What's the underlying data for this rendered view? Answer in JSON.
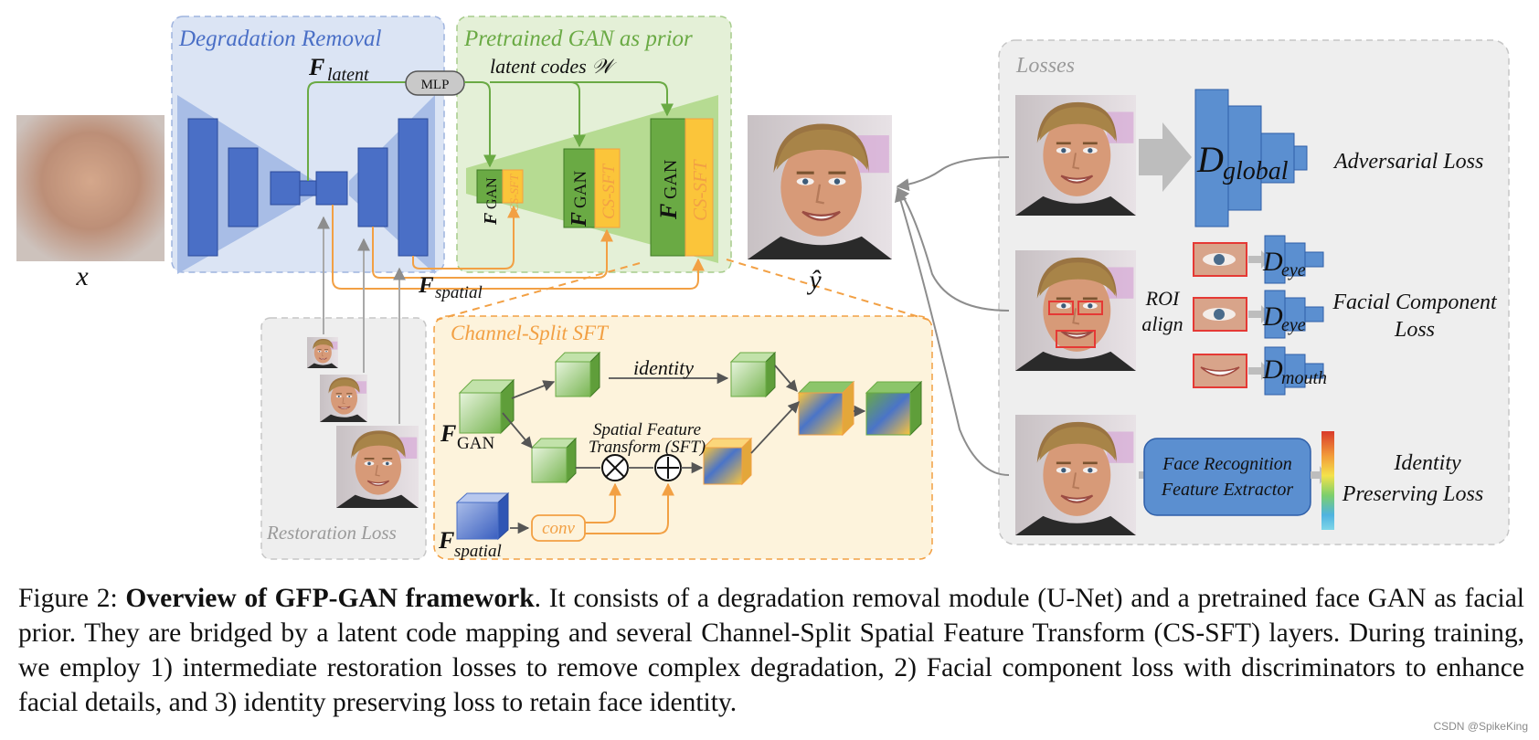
{
  "panels": {
    "degradation_removal": "Degradation Removal",
    "pretrained_gan": "Pretrained GAN as prior",
    "losses": "Losses",
    "channel_split_sft": "Channel-Split SFT",
    "restoration_loss": "Restoration Loss"
  },
  "labels": {
    "input_x": "x",
    "output_y": "ŷ",
    "f_latent_main": "F",
    "f_latent_sub": "latent",
    "mlp": "MLP",
    "latent_codes": "latent codes 𝒲",
    "f_spatial_main": "F",
    "f_spatial_sub": "spatial",
    "f_gan_main": "F",
    "f_gan_sub": "GAN",
    "cs_sft": "CS-SFT",
    "identity": "identity",
    "sft_line1": "Spatial Feature",
    "sft_line2": "Transform (SFT)",
    "conv": "conv",
    "sft_f_gan_main": "F",
    "sft_f_gan_sub": "GAN",
    "sft_f_spatial_main": "F",
    "sft_f_spatial_sub": "spatial"
  },
  "losses": {
    "d_global_main": "D",
    "d_global_sub": "global",
    "adversarial": "Adversarial Loss",
    "roi_line1": "ROI",
    "roi_line2": "align",
    "d_eye_main": "D",
    "d_eye_sub": "eye",
    "d_mouth_main": "D",
    "d_mouth_sub": "mouth",
    "facial_line1": "Facial Component",
    "facial_line2": "Loss",
    "fr_line1": "Face Recognition",
    "fr_line2": "Feature Extractor",
    "identity_line1": "Identity",
    "identity_line2": "Preserving Loss"
  },
  "caption": {
    "prefix": "Figure 2: ",
    "bold": "Overview of GFP-GAN framework",
    "text": ".  It consists of a degradation removal module (U-Net) and a pretrained face GAN as facial prior.  They are bridged by a latent code mapping and several Channel-Split Spatial Feature Transform (CS-SFT) layers.  During training, we employ 1) intermediate restoration losses to remove complex degradation, 2) Facial component loss with discriminators to enhance facial details, and 3) identity preserving loss to retain face identity."
  },
  "watermark": "CSDN @SpikeKing",
  "colors": {
    "unet_blue": "#4a6fc6",
    "gan_green": "#6aaa44",
    "sft_orange": "#f2a044",
    "cs_yellow": "#fbc53a",
    "panel_blue": "#dbe4f4",
    "panel_green": "#e4f0d7",
    "panel_yellow": "#fdf3dc",
    "panel_gray": "#eeeeee",
    "loss_blue": "#5b8fd0"
  }
}
